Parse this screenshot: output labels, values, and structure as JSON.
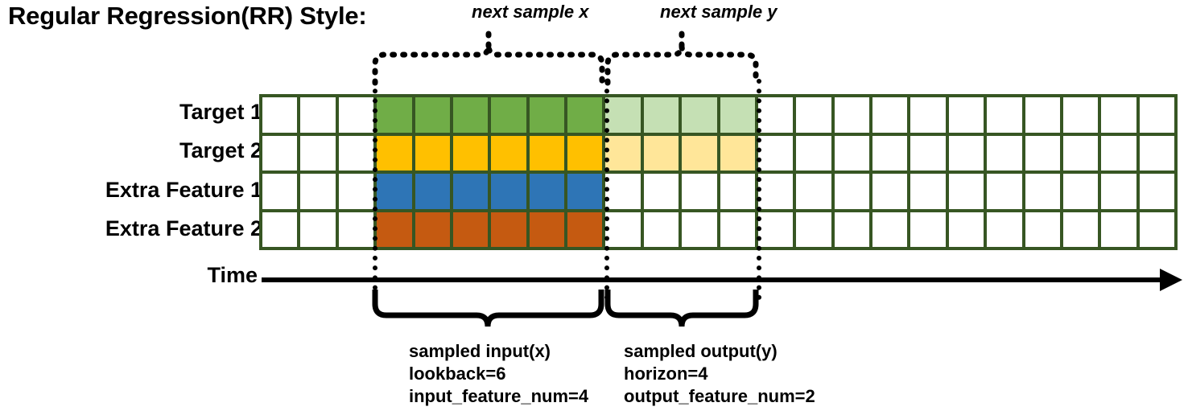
{
  "title": "Regular Regression(RR) Style:",
  "row_labels": [
    "Target 1",
    "Target 2",
    "Extra Feature 1",
    "Extra Feature 2"
  ],
  "axis": {
    "label": "Time",
    "direction": "right"
  },
  "top_annotations": {
    "x": "next sample x",
    "y": "next sample y"
  },
  "bottom_annotations": {
    "input": {
      "line1": "sampled input(x)",
      "line2": "lookback=6",
      "line3": "input_feature_num=4"
    },
    "output": {
      "line1": "sampled output(y)",
      "line2": "horizon=4",
      "line3": "output_feature_num=2"
    }
  },
  "colors": {
    "grid_line": "#375623",
    "empty": "#ffffff",
    "target1": "#70ad47",
    "target1_light": "#c5e0b4",
    "target2": "#ffc000",
    "target2_light": "#ffe699",
    "feature1": "#2e75b6",
    "feature2": "#c55a11",
    "annotation": "#000000"
  },
  "grid": {
    "columns": 24,
    "rows": 4,
    "lead_empty_columns": 3,
    "input_columns": 6,
    "output_columns": 4,
    "trailing_empty_columns": 11,
    "cells": [
      [
        "empty",
        "empty",
        "empty",
        "target1",
        "target1",
        "target1",
        "target1",
        "target1",
        "target1",
        "target1_light",
        "target1_light",
        "target1_light",
        "target1_light",
        "empty",
        "empty",
        "empty",
        "empty",
        "empty",
        "empty",
        "empty",
        "empty",
        "empty",
        "empty",
        "empty"
      ],
      [
        "empty",
        "empty",
        "empty",
        "target2",
        "target2",
        "target2",
        "target2",
        "target2",
        "target2",
        "target2_light",
        "target2_light",
        "target2_light",
        "target2_light",
        "empty",
        "empty",
        "empty",
        "empty",
        "empty",
        "empty",
        "empty",
        "empty",
        "empty",
        "empty",
        "empty"
      ],
      [
        "empty",
        "empty",
        "empty",
        "feature1",
        "feature1",
        "feature1",
        "feature1",
        "feature1",
        "feature1",
        "empty",
        "empty",
        "empty",
        "empty",
        "empty",
        "empty",
        "empty",
        "empty",
        "empty",
        "empty",
        "empty",
        "empty",
        "empty",
        "empty",
        "empty"
      ],
      [
        "empty",
        "empty",
        "empty",
        "feature2",
        "feature2",
        "feature2",
        "feature2",
        "feature2",
        "feature2",
        "empty",
        "empty",
        "empty",
        "empty",
        "empty",
        "empty",
        "empty",
        "empty",
        "empty",
        "empty",
        "empty",
        "empty",
        "empty",
        "empty",
        "empty"
      ]
    ]
  }
}
